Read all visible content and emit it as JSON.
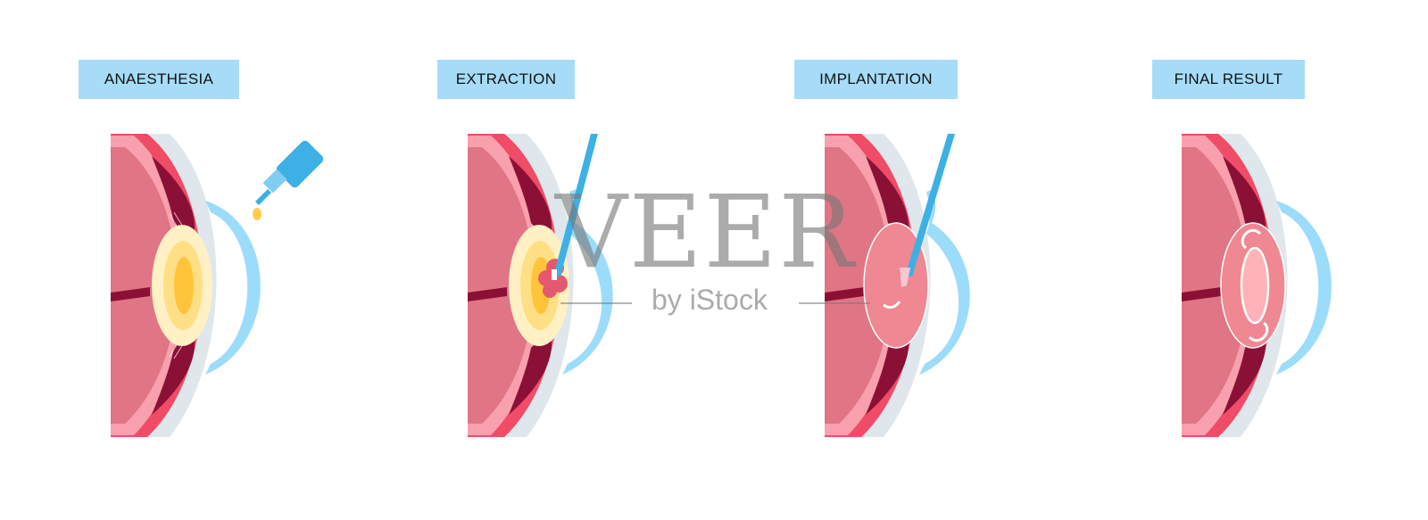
{
  "stages": [
    {
      "label": "ANAESTHESIA"
    },
    {
      "label": "EXTRACTION"
    },
    {
      "label": "IMPLANTATION"
    },
    {
      "label": "FINAL RESULT"
    }
  ],
  "watermark": {
    "main": "VEER",
    "sub": "by iStock"
  },
  "colors": {
    "label_bg": "#a6dcf7",
    "sclera_outer": "#dfe7ec",
    "eye_tissue": "#e07585",
    "eye_rim": "#f04b67",
    "dark_muscle": "#8b1035",
    "lens_yellow": "#fff1c4",
    "lens_core": "#ffc43a",
    "cornea_blue": "#9cdcfb",
    "tool_blue": "#3db0e5",
    "iol_pink": "#f19ca4"
  }
}
